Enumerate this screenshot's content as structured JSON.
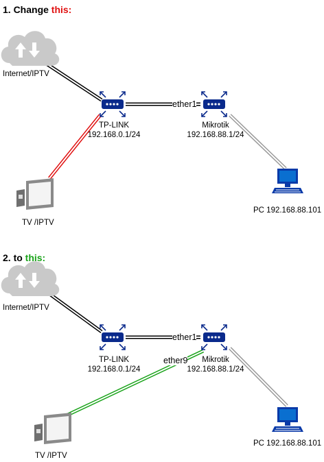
{
  "sections": [
    {
      "heading_prefix": "1. Change ",
      "heading_highlight": "this:",
      "heading_highlight_color": "#e01010",
      "internet_label": "Internet/IPTV",
      "tplink_name": "TP-LINK",
      "tplink_ip": "192.168.0.1/24",
      "mikrotik_name": "Mikrotik",
      "mikrotik_ip": "192.168.88.1/24",
      "tv_label": "TV /IPTV",
      "pc_label": "PC 192.168.88.101",
      "uplink_port": "ether1",
      "tv_link_color": "#e01010"
    },
    {
      "heading_prefix": "2. to ",
      "heading_highlight": "this:",
      "heading_highlight_color": "#1aa31a",
      "internet_label": "Internet/IPTV",
      "tplink_name": "TP-LINK",
      "tplink_ip": "192.168.0.1/24",
      "mikrotik_name": "Mikrotik",
      "mikrotik_ip": "192.168.88.1/24",
      "tv_label": "TV /IPTV",
      "pc_label": "PC 192.168.88.101",
      "uplink_port": "ether1",
      "tv_port": "ether9",
      "tv_link_color": "#1aa31a"
    }
  ],
  "colors": {
    "router": "#0a2a8c",
    "cloud": "#c9c9c9",
    "pc": "#0a3aa8"
  },
  "icons": [
    "cloud-icon",
    "router-icon",
    "tv-icon",
    "pc-icon"
  ]
}
